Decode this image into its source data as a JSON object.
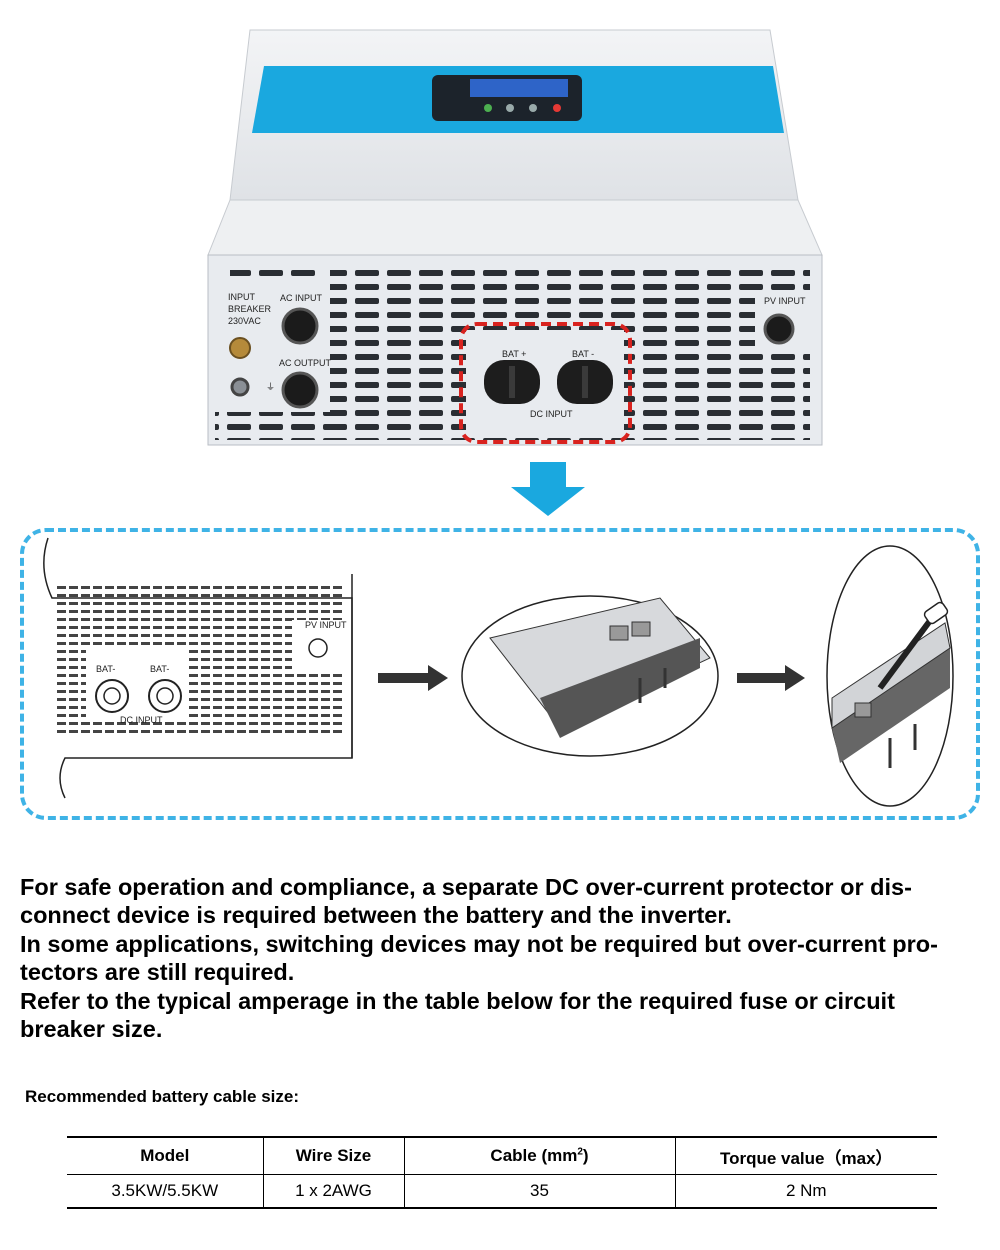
{
  "photo": {
    "labels": {
      "input_breaker": [
        "INPUT",
        "BREAKER",
        "230VAC"
      ],
      "ac_input": "AC INPUT",
      "ac_output": "AC OUTPUT",
      "bat_plus": "BAT +",
      "bat_minus": "BAT -",
      "dc_input": "DC INPUT",
      "pv_input": "PV INPUT"
    }
  },
  "diagram": {
    "labels": {
      "bat_left": "BAT-",
      "bat_right": "BAT-",
      "dc_input": "DC INPUT",
      "pv_input": "PV INPUT"
    }
  },
  "notes": [
    "For safe operation and compliance, a separate DC over-current protector or dis-connect device is required between the battery and the inverter.",
    "In some applications, switching devices may not be required but over-current pro-tectors are still required.",
    "Refer to the typical amperage in the table below for the required fuse or circuit breaker size."
  ],
  "table_title": "Recommended battery cable size:",
  "table": {
    "headers": [
      "Model",
      "Wire Size",
      "Cable  (mm",
      "Torque value（max）"
    ],
    "cable_sup": "2",
    "cable_close": ")",
    "rows": [
      [
        "3.5KW/5.5KW",
        "1 x 2AWG",
        "35",
        "2 Nm"
      ]
    ]
  },
  "colors": {
    "accent_blue": "#1aa8df",
    "highlight_red": "#d9231f",
    "dashed_border": "#3fb3e6",
    "panel_grey": "#e8ebef"
  }
}
